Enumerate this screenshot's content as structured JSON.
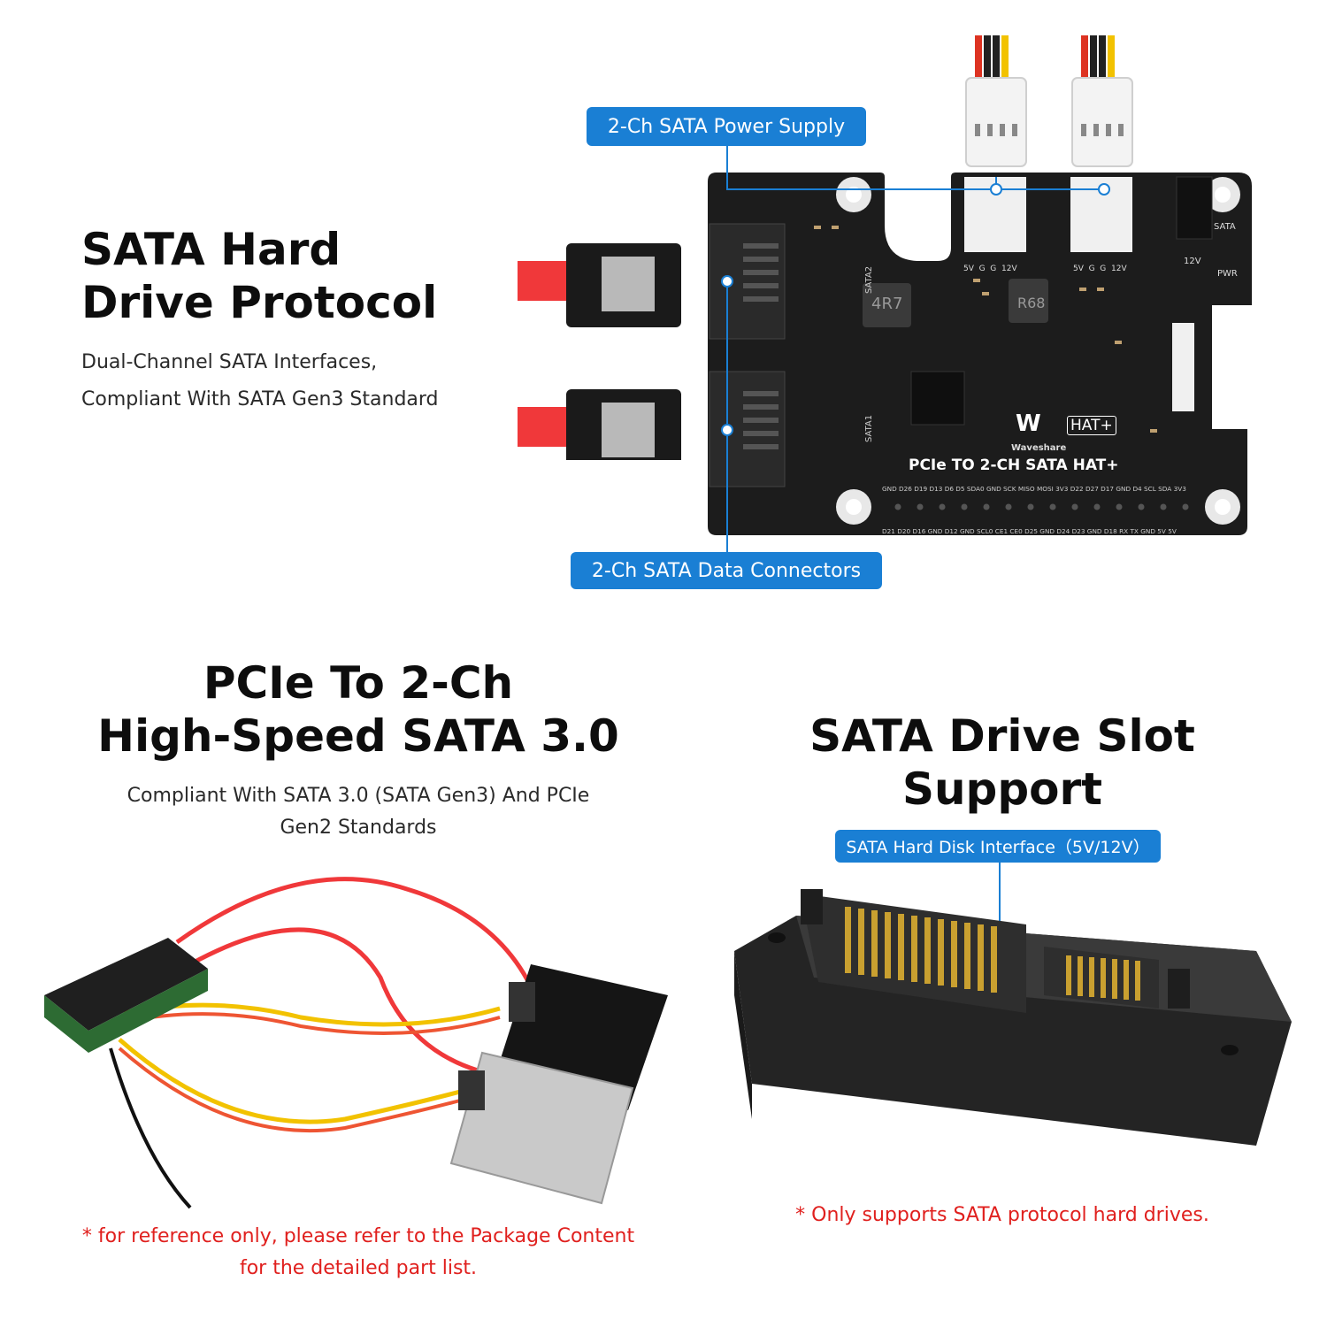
{
  "section1": {
    "title_line1": "SATA Hard",
    "title_line2": "Drive Protocol",
    "desc_line1": "Dual-Channel SATA Interfaces,",
    "desc_line2": "Compliant With SATA Gen3 Standard"
  },
  "board": {
    "callout_power": "2-Ch SATA Power Supply",
    "callout_data": "2-Ch SATA Data Connectors",
    "board_name": "PCIe TO 2-CH SATA HAT+",
    "brand": "Waveshare",
    "hat_badge": "HAT+",
    "label_sata": "SATA",
    "label_12v": "12V",
    "label_pwr": "PWR",
    "label_sata1": "SATA1",
    "label_sata2": "SATA2",
    "inductor1": "4R7",
    "inductor2": "R68",
    "power_pins_1": "5V  G  G  12V",
    "power_pins_2": "5V  G  G  12V",
    "gpio_top": "GND D26 D19 D13 D6 D5 SDA0 GND SCK MISO MOSI 3V3 D22 D27 D17 GND D4 SCL SDA 3V3",
    "gpio_bottom": "D21 D20 D16 GND D12 GND SCL0 CE1 CE0 D25 GND D24 D23 GND D18 RX TX GND 5V 5V"
  },
  "section2": {
    "title_line1": "PCIe To 2-Ch",
    "title_line2": "High-Speed SATA 3.0",
    "desc_line1": "Compliant With SATA 3.0 (SATA Gen3) And PCIe",
    "desc_line2": "Gen2 Standards",
    "note_line1": "* for reference only, please refer to the Package Content",
    "note_line2": "for the detailed part list."
  },
  "section3": {
    "title": "SATA Drive Slot Support",
    "callout": "SATA Hard Disk Interface（5V/12V）",
    "note": "* Only supports SATA protocol hard drives."
  },
  "colors": {
    "accent": "#1a7fd4",
    "note_red": "#e0201e",
    "pcb": "#1c1c1c",
    "cable_red": "#f0383a"
  }
}
